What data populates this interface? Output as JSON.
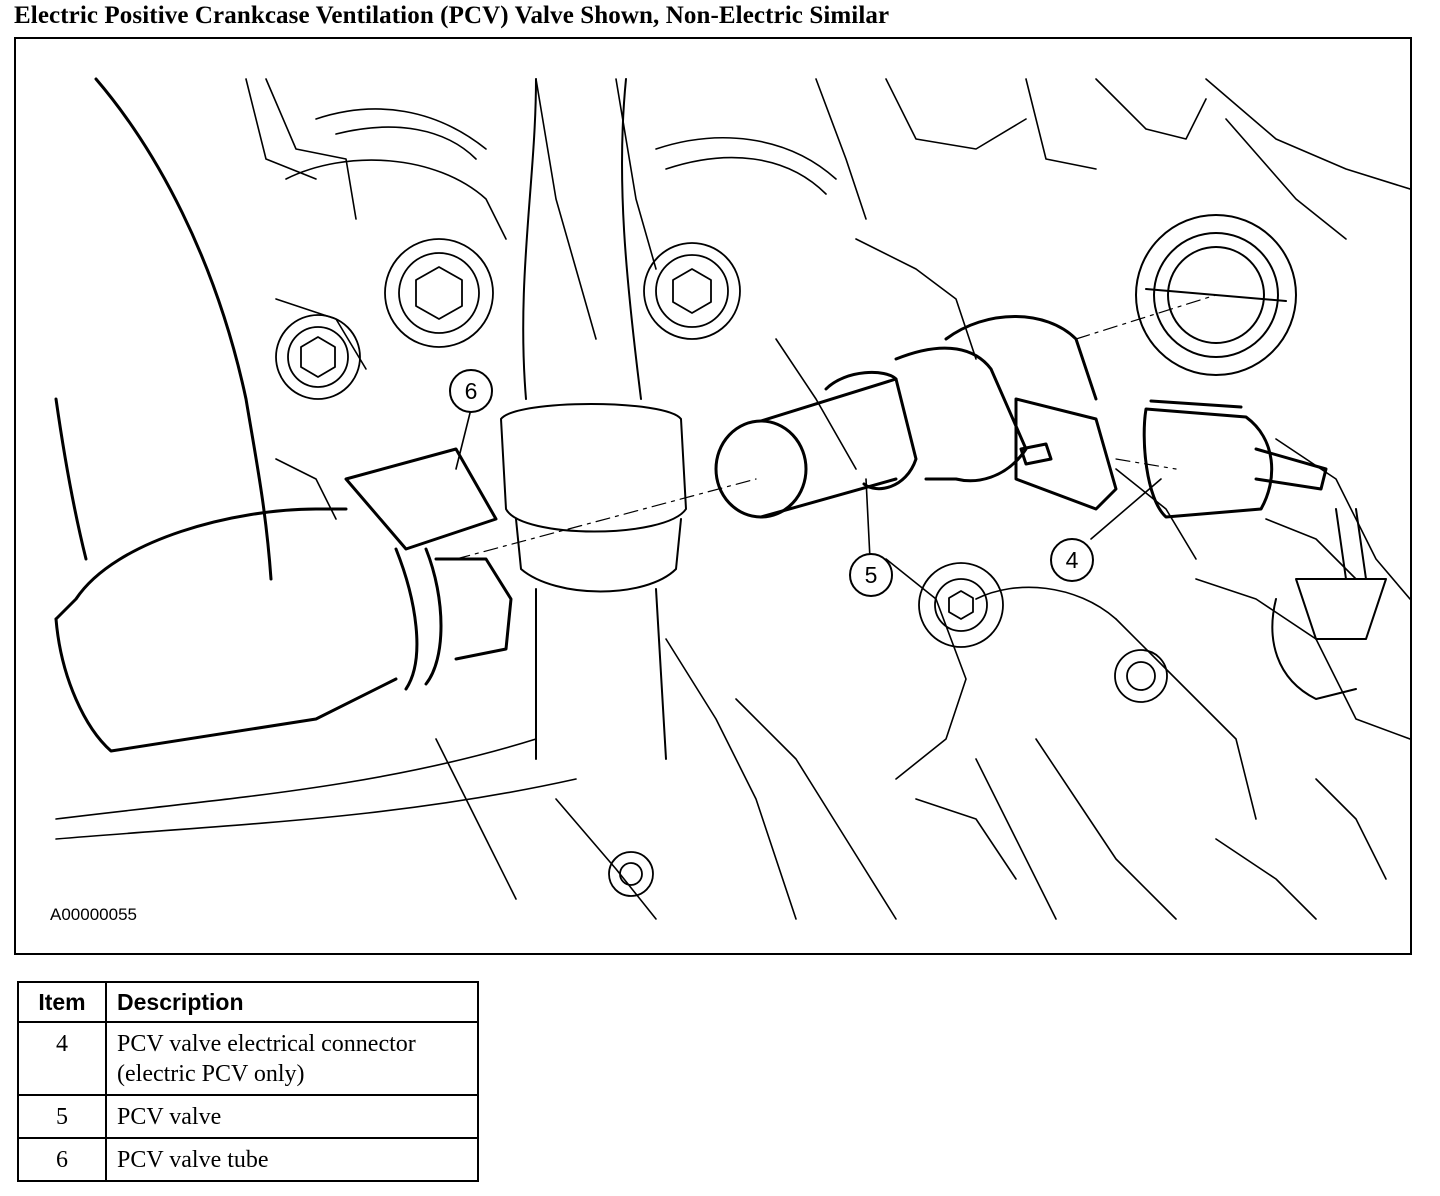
{
  "title": "Electric Positive Crankcase Ventilation (PCV) Valve Shown, Non-Electric Similar",
  "figure": {
    "id": "A00000055",
    "callouts": [
      {
        "label": "6",
        "name": "callout-6"
      },
      {
        "label": "5",
        "name": "callout-5"
      },
      {
        "label": "4",
        "name": "callout-4"
      }
    ]
  },
  "legend": {
    "headers": [
      "Item",
      "Description"
    ],
    "rows": [
      {
        "item": "4",
        "description": "PCV valve electrical connector (electric PCV only)"
      },
      {
        "item": "5",
        "description": "PCV valve"
      },
      {
        "item": "6",
        "description": "PCV valve tube"
      }
    ]
  }
}
